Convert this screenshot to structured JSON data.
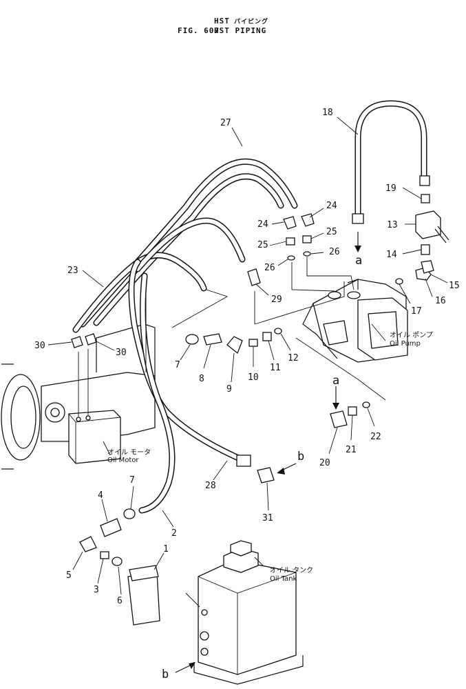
{
  "title": {
    "line1_prefix": "HST",
    "line1_jp": "パイピング",
    "line2_prefix": "FIG. 607",
    "line2_name": "HST PIPING"
  },
  "components": {
    "oil_pump_jp": "オイル ポンプ",
    "oil_pump_en": "Oil Pump",
    "oil_motor_jp": "オイル モータ",
    "oil_motor_en": "Oil Motor",
    "oil_tank_jp": "オイル タンク",
    "oil_tank_en": "Oil Tank"
  },
  "connectors": {
    "a": "a",
    "b": "b"
  },
  "callouts": {
    "p1": "1",
    "p2": "2",
    "p3": "3",
    "p4": "4",
    "p5": "5",
    "p6": "6",
    "p7a": "7",
    "p7b": "7",
    "p8": "8",
    "p9": "9",
    "p10": "10",
    "p11": "11",
    "p12": "12",
    "p13": "13",
    "p14": "14",
    "p15": "15",
    "p16": "16",
    "p17": "17",
    "p18": "18",
    "p19": "19",
    "p20": "20",
    "p21": "21",
    "p22": "22",
    "p23": "23",
    "p24a": "24",
    "p24b": "24",
    "p25a": "25",
    "p25b": "25",
    "p26a": "26",
    "p26b": "26",
    "p27": "27",
    "p28": "28",
    "p29": "29",
    "p30a": "30",
    "p30b": "30",
    "p31": "31"
  }
}
